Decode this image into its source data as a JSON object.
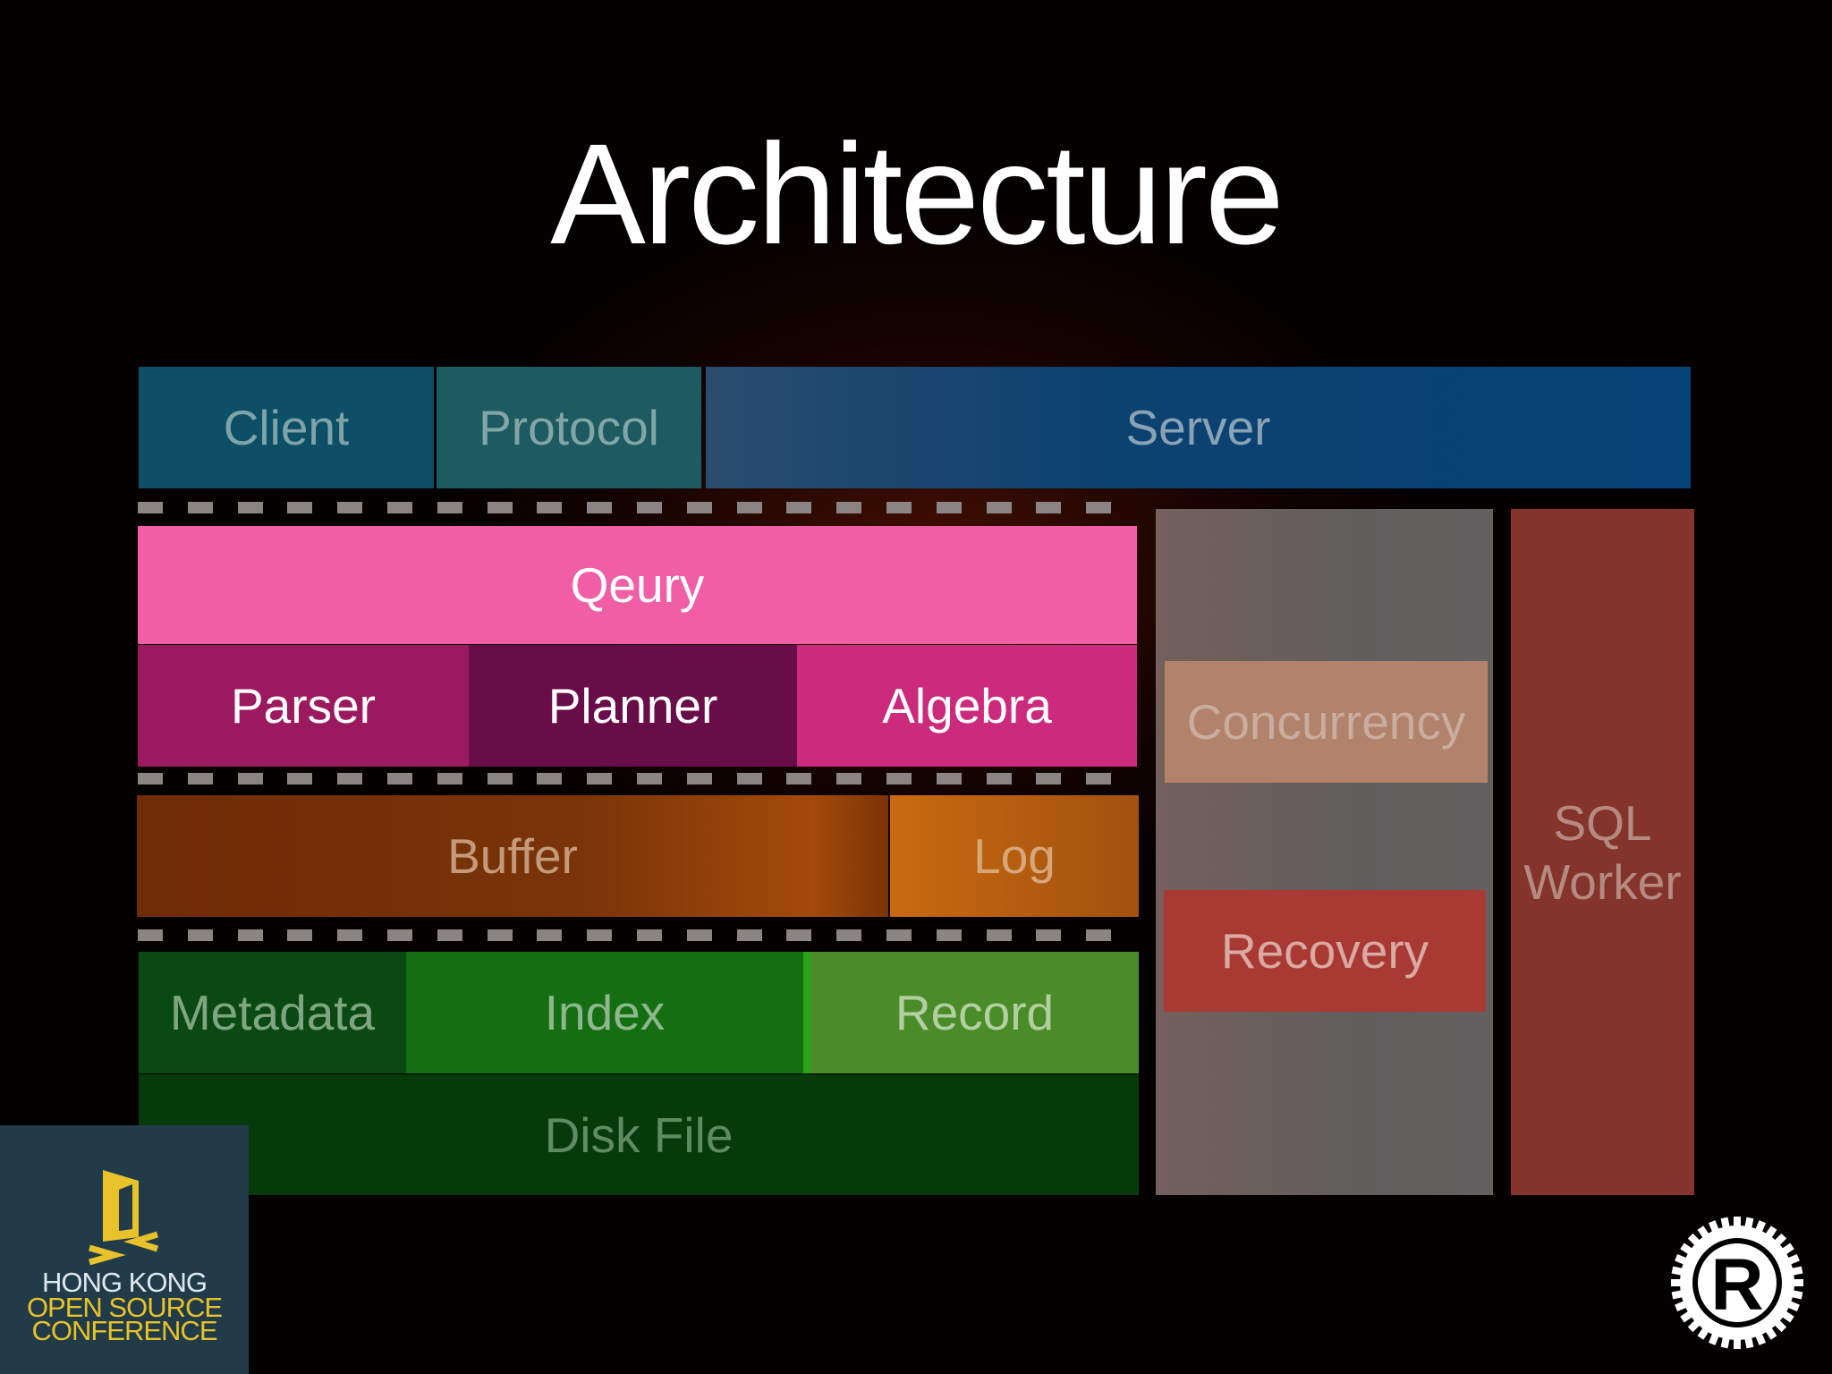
{
  "title": "Architecture",
  "top_row": {
    "client": "Client",
    "protocol": "Protocol",
    "server": "Server"
  },
  "query": {
    "title": "Qeury",
    "parser": "Parser",
    "planner": "Planner",
    "algebra": "Algebra"
  },
  "buffer": {
    "buffer": "Buffer",
    "log": "Log"
  },
  "storage": {
    "metadata": "Metadata",
    "index": "Index",
    "record": "Record",
    "disk_file": "Disk File"
  },
  "side": {
    "concurrency": "Concurrency",
    "recovery": "Recovery",
    "sql_worker_line1": "SQL",
    "sql_worker_line2": "Worker"
  },
  "logo": {
    "line1": "HONG KONG",
    "line2": "OPEN SOURCE",
    "line3": "CONFERENCE"
  },
  "rust_logo": "R"
}
